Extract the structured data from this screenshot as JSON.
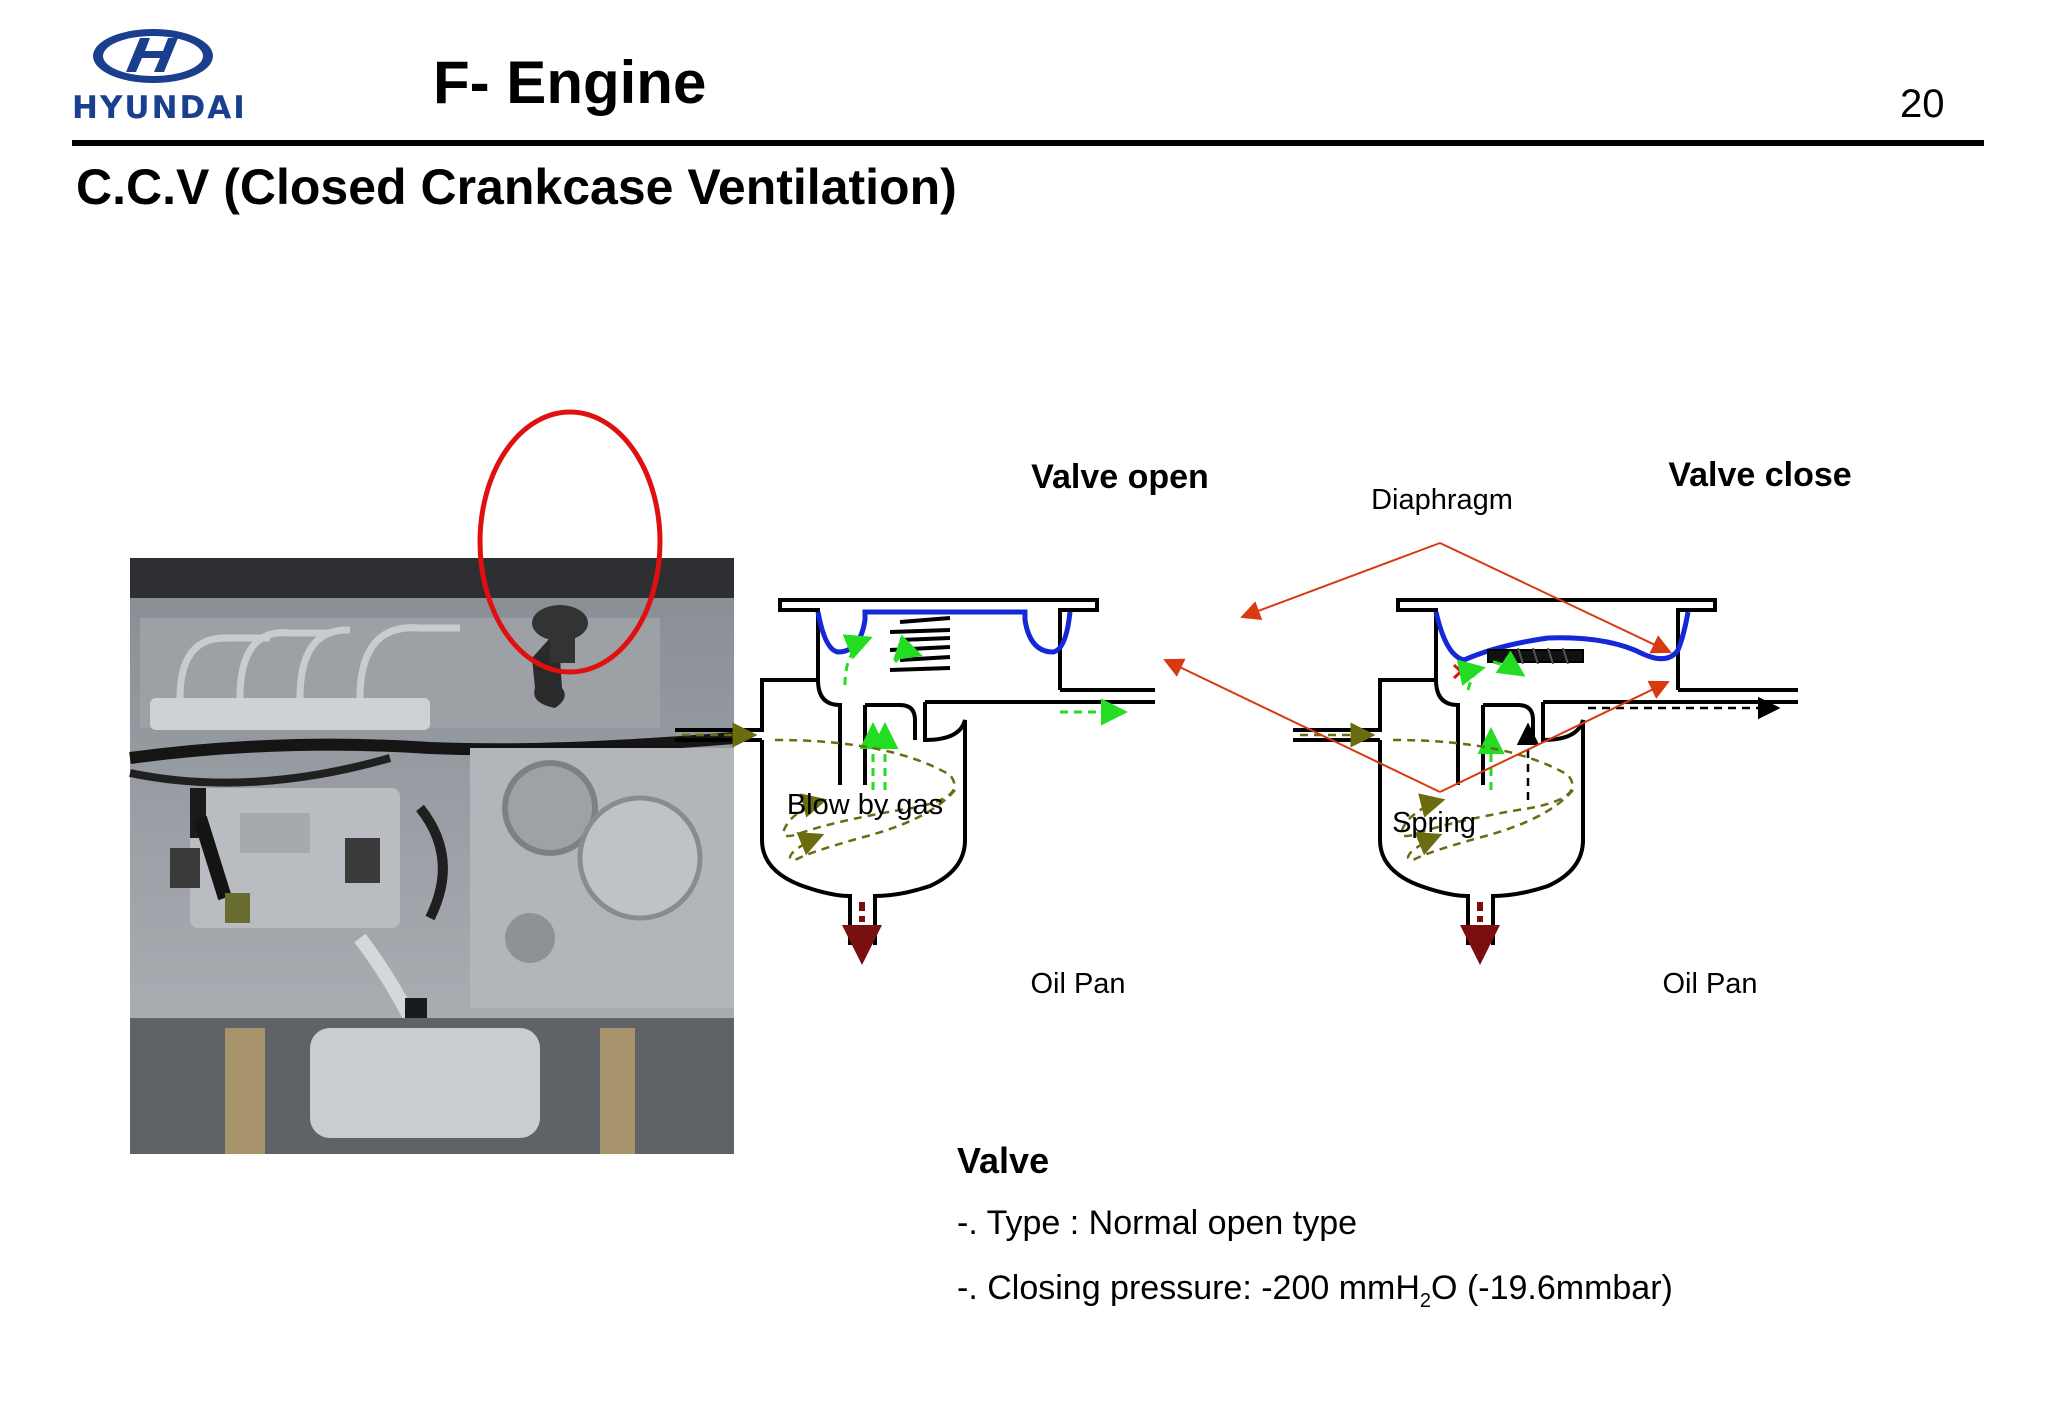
{
  "header": {
    "brand": "HYUNDAI",
    "title": "F- Engine",
    "page_number": "20"
  },
  "subtitle": "C.C.V (Closed Crankcase Ventilation)",
  "diagram": {
    "valve_open_label": "Valve open",
    "valve_close_label": "Valve close",
    "diaphragm_label": "Diaphragm",
    "spring_label": "Spring",
    "blow_by_gas_label": "Blow by gas",
    "oil_pan_left": "Oil Pan",
    "oil_pan_right": "Oil Pan"
  },
  "valve_info": {
    "heading": "Valve",
    "type_line": "-. Type : Normal open type",
    "pressure_prefix": "-. Closing pressure: -200 mmH",
    "pressure_sub": "2",
    "pressure_suffix": "O (-19.6mmbar)"
  },
  "colors": {
    "brand_blue": "#1b3f8f",
    "diaphragm_blue": "#1428d8",
    "leader_red": "#d83a10",
    "flow_green": "#22dd22",
    "gas_olive": "#6b6b10",
    "oil_darkred": "#7a0f0f",
    "highlight_red": "#e01010"
  }
}
